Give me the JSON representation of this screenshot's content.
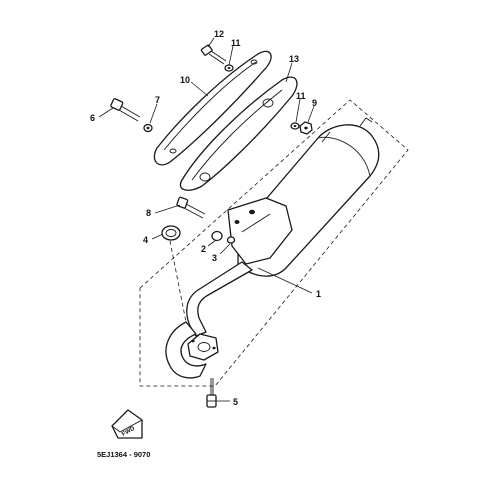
{
  "diagram": {
    "callouts": [
      "1",
      "2",
      "3",
      "4",
      "5",
      "6",
      "7",
      "8",
      "9",
      "10",
      "11",
      "11",
      "12",
      "13"
    ],
    "direction_badge": "FWD",
    "drawing_code": "5EJ1364 - 9070"
  }
}
